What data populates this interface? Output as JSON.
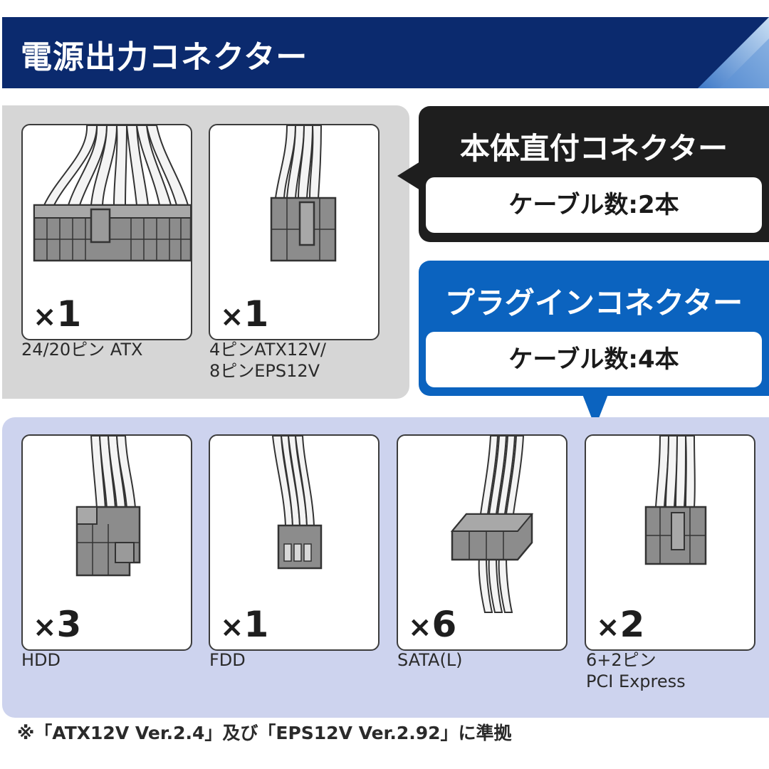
{
  "header": {
    "title": "電源出力コネクター"
  },
  "fixed": {
    "callout_title": "本体直付コネクター",
    "cable_count": "ケーブル数:2本",
    "connectors": [
      {
        "count_prefix": "×",
        "count_value": "1",
        "label_lines": [
          "24/20ピン ATX"
        ]
      },
      {
        "count_prefix": "×",
        "count_value": "1",
        "label_lines": [
          "4ピンATX12V/",
          "8ピンEPS12V"
        ]
      }
    ]
  },
  "plugin": {
    "callout_title": "プラグインコネクター",
    "cable_count": "ケーブル数:4本",
    "connectors": [
      {
        "count_prefix": "×",
        "count_value": "3",
        "label_lines": [
          "HDD"
        ]
      },
      {
        "count_prefix": "×",
        "count_value": "1",
        "label_lines": [
          "FDD"
        ]
      },
      {
        "count_prefix": "×",
        "count_value": "6",
        "label_lines": [
          "SATA(L)"
        ]
      },
      {
        "count_prefix": "×",
        "count_value": "2",
        "label_lines": [
          "6+2ピン",
          "PCI Express"
        ]
      }
    ]
  },
  "footnote": "※「ATX12V Ver.2.4」及び「EPS12V Ver.2.92」に準拠",
  "colors": {
    "header_bg": "#0b2a6e",
    "fixed_panel": "#d6d6d6",
    "plugin_panel": "#cdd3ee",
    "fixed_callout": "#1e1e1e",
    "plugin_callout": "#0b63bf"
  },
  "icons": [
    "atx-24pin-connector-icon",
    "eps-8pin-connector-icon",
    "hdd-molex-connector-icon",
    "fdd-connector-icon",
    "sata-connector-icon",
    "pcie-8pin-connector-icon"
  ]
}
